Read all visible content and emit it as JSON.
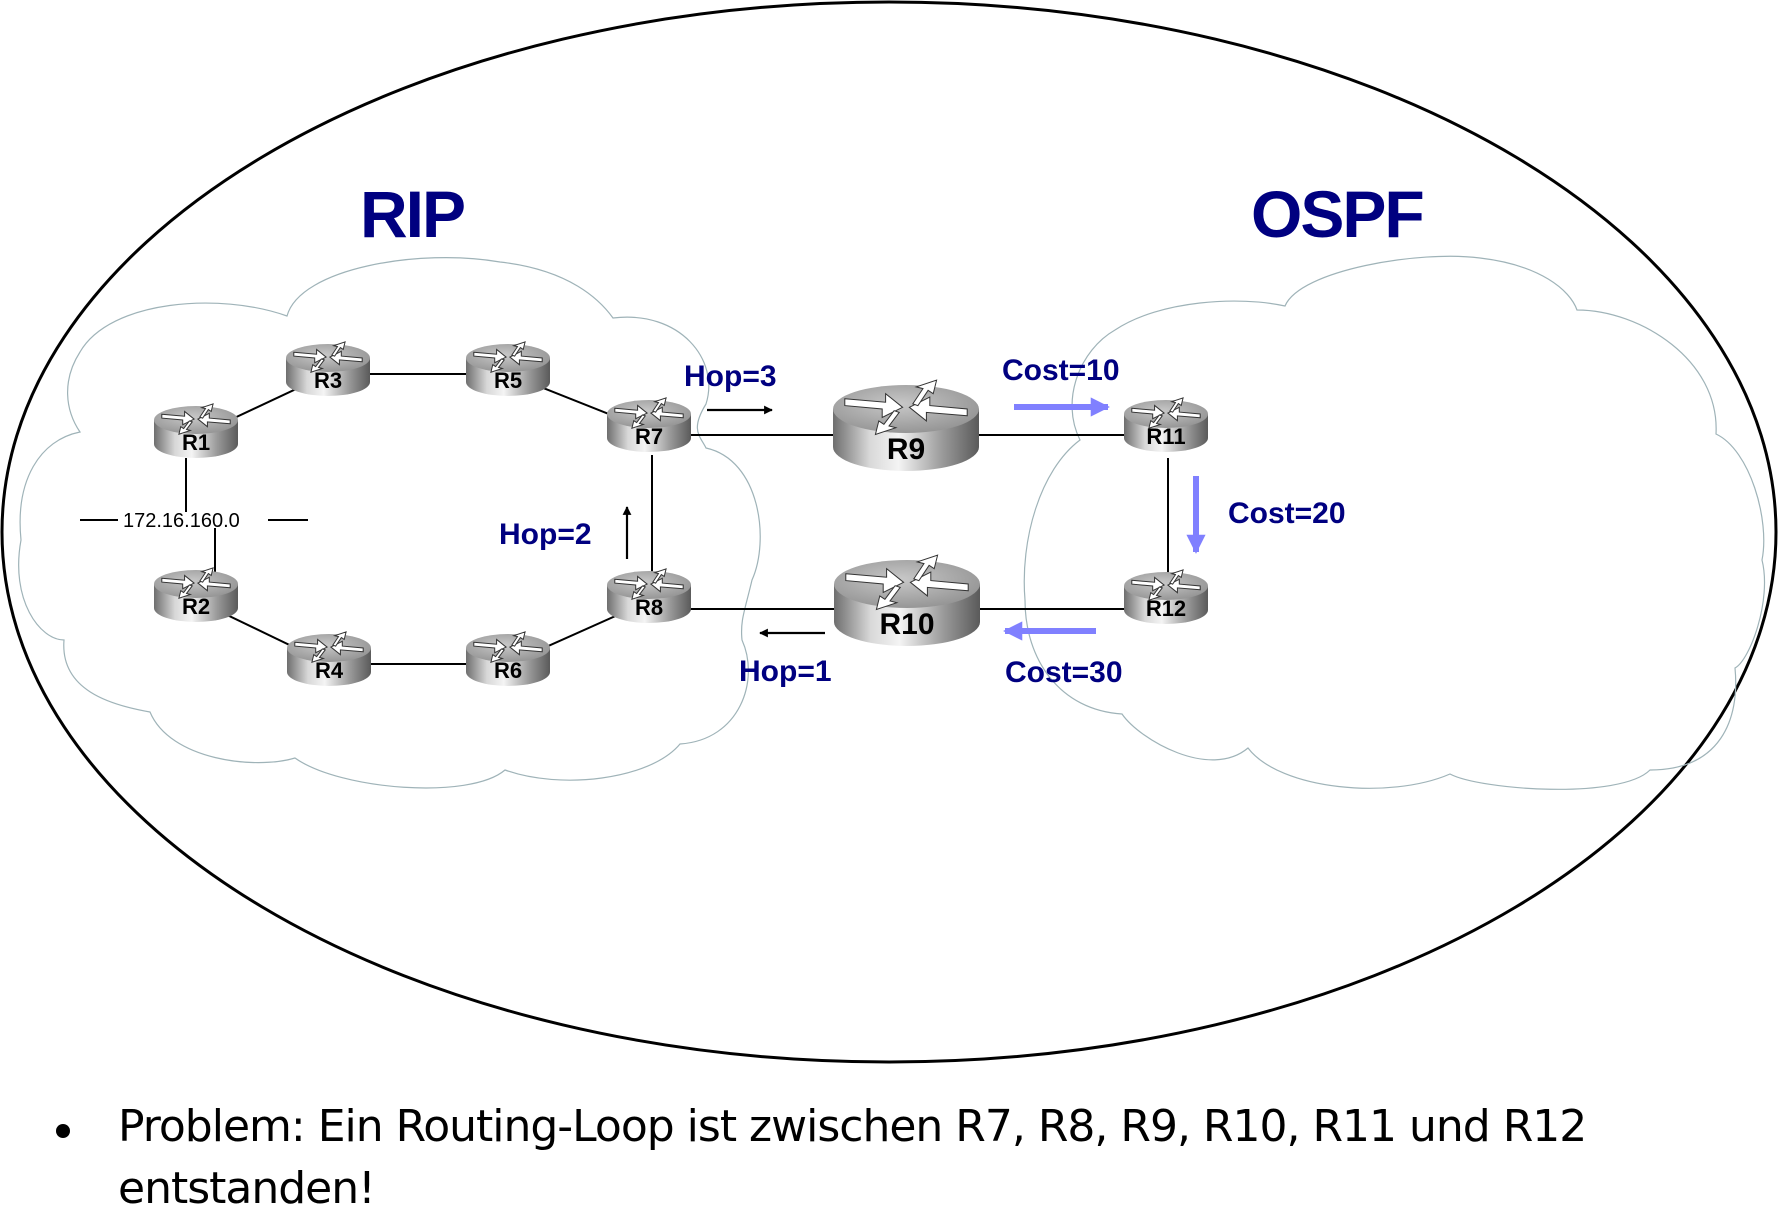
{
  "areas": {
    "rip": {
      "title": "RIP"
    },
    "ospf": {
      "title": "OSPF"
    }
  },
  "network_label": "172.16.160.0",
  "routers": [
    {
      "id": "R1",
      "label": "R1",
      "size": "small"
    },
    {
      "id": "R2",
      "label": "R2",
      "size": "small"
    },
    {
      "id": "R3",
      "label": "R3",
      "size": "small"
    },
    {
      "id": "R4",
      "label": "R4",
      "size": "small"
    },
    {
      "id": "R5",
      "label": "R5",
      "size": "small"
    },
    {
      "id": "R6",
      "label": "R6",
      "size": "small"
    },
    {
      "id": "R7",
      "label": "R7",
      "size": "small"
    },
    {
      "id": "R8",
      "label": "R8",
      "size": "small"
    },
    {
      "id": "R9",
      "label": "R9",
      "size": "large"
    },
    {
      "id": "R10",
      "label": "R10",
      "size": "large"
    },
    {
      "id": "R11",
      "label": "R11",
      "size": "small"
    },
    {
      "id": "R12",
      "label": "R12",
      "size": "small"
    }
  ],
  "links": [
    [
      "R1",
      "R3"
    ],
    [
      "R3",
      "R5"
    ],
    [
      "R5",
      "R7"
    ],
    [
      "R7",
      "R8"
    ],
    [
      "R2",
      "R4"
    ],
    [
      "R4",
      "R6"
    ],
    [
      "R6",
      "R8"
    ],
    [
      "R7",
      "R9"
    ],
    [
      "R9",
      "R11"
    ],
    [
      "R11",
      "R12"
    ],
    [
      "R12",
      "R10"
    ],
    [
      "R10",
      "R8"
    ]
  ],
  "metrics": {
    "hop3": "Hop=3",
    "hop2": "Hop=2",
    "hop1": "Hop=1",
    "cost10": "Cost=10",
    "cost20": "Cost=20",
    "cost30": "Cost=30"
  },
  "colors": {
    "title": "#000080",
    "rip_arrow": "#000000",
    "ospf_arrow": "#8080ff",
    "cloud_stroke": "#9fb3b8"
  },
  "caption": {
    "bullet": "•",
    "text": "Problem: Ein Routing-Loop ist zwischen R7, R8, R9, R10, R11 und R12 entstanden!"
  }
}
